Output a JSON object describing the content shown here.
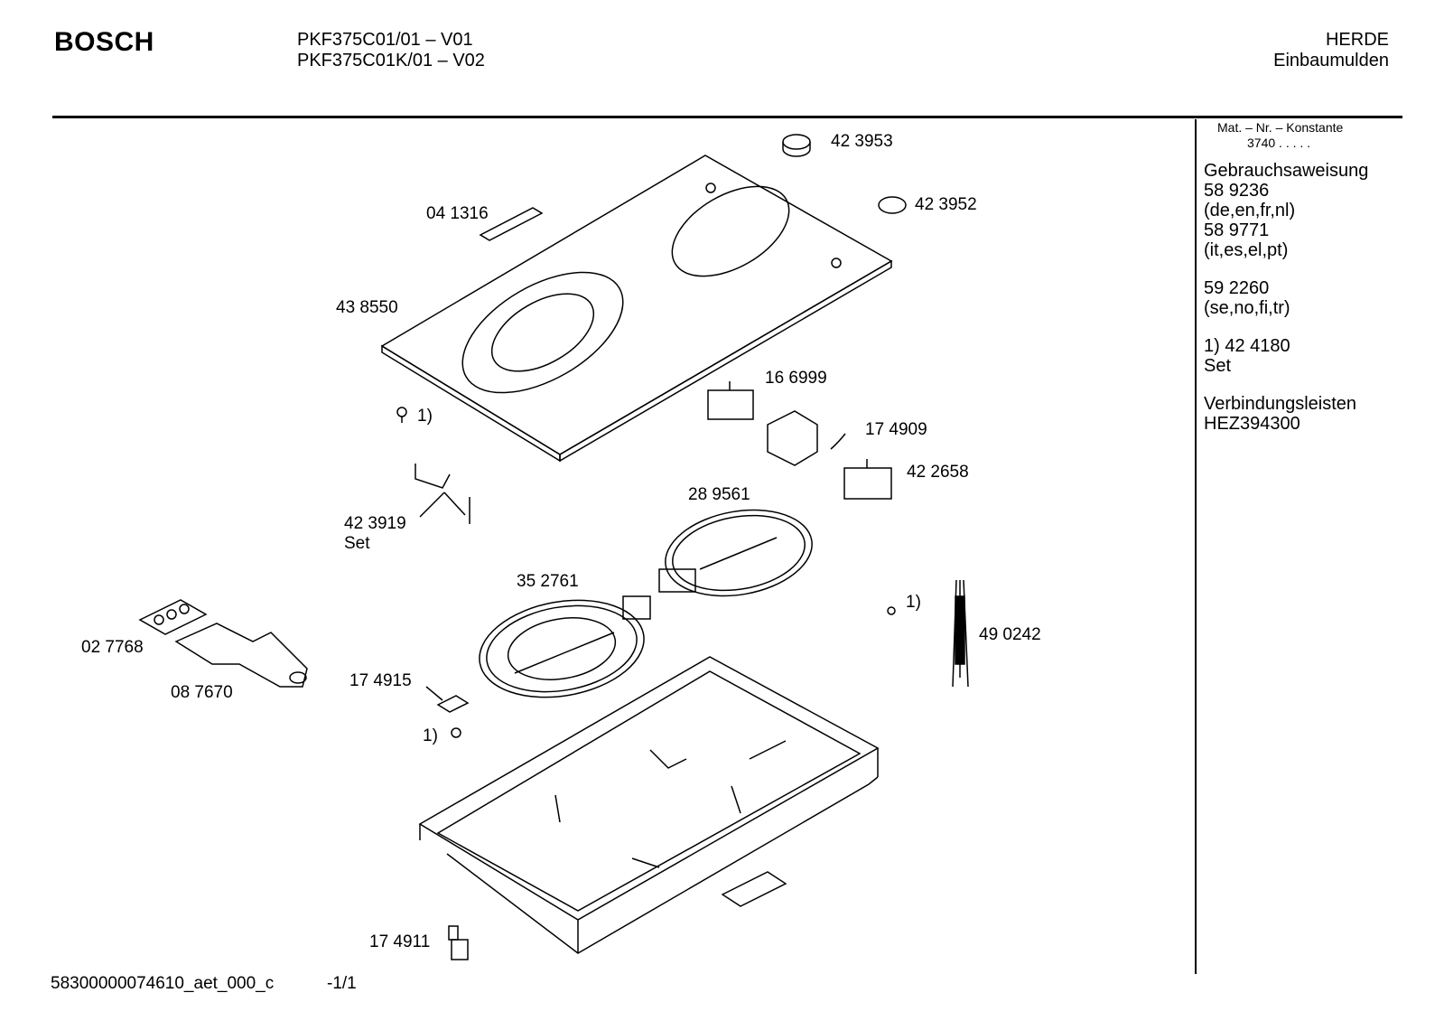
{
  "header": {
    "brand": "BOSCH",
    "model_line_1": "PKF375C01/01    – V01",
    "model_line_2": "PKF375C01K/01 – V02",
    "category": "HERDE",
    "subcategory": "Einbaumulden"
  },
  "sidebar": {
    "mat_label": "Mat. – Nr. – Konstante",
    "mat_value": "3740  .  .  .  .  .",
    "lines": [
      "Gebrauchsaweisung",
      "58 9236",
      "(de,en,fr,nl)",
      "58 9771",
      "(it,es,el,pt)",
      "",
      "59 2260",
      "(se,no,fi,tr)",
      "",
      "1)  42 4180",
      "     Set",
      "",
      "Verbindungsleisten",
      "HEZ394300"
    ]
  },
  "parts": {
    "knob": "42 3953",
    "knob_cap": "42 3952",
    "strip": "04 1316",
    "glass_top": "43 8550",
    "screw_note_1": "1)",
    "switch_1": "16 6999",
    "sensor": "17 4909",
    "switch_2": "42  2658",
    "bracket": "42 3919",
    "bracket_set": "Set",
    "heater_small": "28 9561",
    "heater_large": "35 2761",
    "screw_note_2": "1)",
    "cable": "49 0242",
    "scraper_blades": "02 7768",
    "scraper": "08 7670",
    "clip": "17 4915",
    "screw_note_3": "1)",
    "holder": "17 4911"
  },
  "footer": {
    "doc_id": "58300000074610_aet_000_c",
    "page": "-1/1"
  }
}
